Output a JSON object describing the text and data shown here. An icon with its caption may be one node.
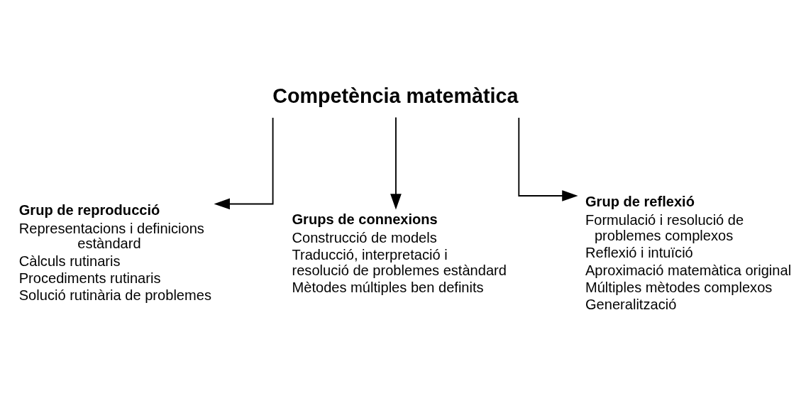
{
  "diagram": {
    "nodes": [
      {
        "text": [
          "Competència matemàtica"
        ]
      },
      {
        "text": [
          "Grup de reproducció",
          "Representacions i definicions estàndard",
          "Càlculs rutinaris",
          "Procediments rutinaris",
          "Solució rutinària de problemes"
        ]
      },
      {
        "text": [
          "Grups de connexions",
          "Construcció de models",
          "Traducció, interpretació i resolució de problemes estàndard",
          "Mètodes múltiples ben definits"
        ]
      },
      {
        "text": [
          "Grup de reflexió",
          "Formulació i resolució de problemes complexos",
          "Reflexió i intuïció",
          "Aproximació matemàtica original",
          "Múltiples mètodes complexos",
          "Generalització"
        ]
      }
    ],
    "edges": [
      {
        "from": 0,
        "to": 1,
        "arrow": "to"
      },
      {
        "from": 0,
        "to": 2,
        "arrow": "to"
      },
      {
        "from": 0,
        "to": 3,
        "arrow": "to"
      }
    ]
  }
}
